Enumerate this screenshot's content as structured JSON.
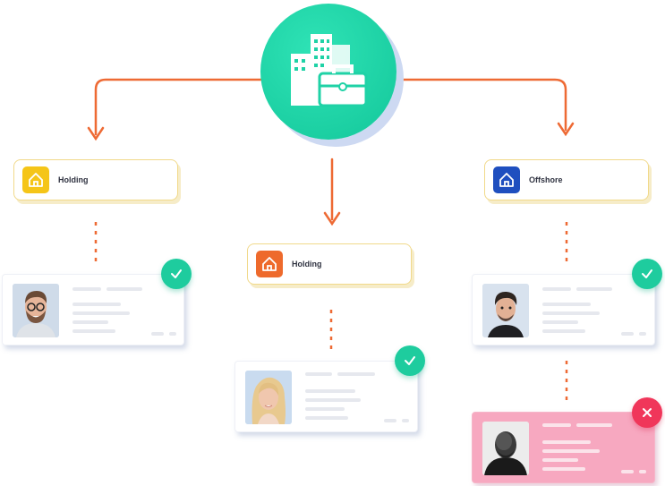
{
  "hub": {
    "icon": "office-building-briefcase-icon",
    "color": "#1ecc9e"
  },
  "entities": [
    {
      "label": "Holding",
      "icon": "home-icon",
      "badge_color": "#f5c518"
    },
    {
      "label": "Holding",
      "icon": "home-icon",
      "badge_color": "#ee6a2c"
    },
    {
      "label": "Offshore",
      "icon": "home-icon",
      "badge_color": "#1f4fbf"
    }
  ],
  "profiles": [
    {
      "status": "approved",
      "status_icon": "checkmark-icon",
      "avatar": "man-glasses-beard-avatar"
    },
    {
      "status": "approved",
      "status_icon": "checkmark-icon",
      "avatar": "woman-blonde-avatar"
    },
    {
      "status": "approved",
      "status_icon": "checkmark-icon",
      "avatar": "man-dark-hair-avatar"
    },
    {
      "status": "rejected",
      "status_icon": "close-icon",
      "avatar": "bald-man-hoodie-avatar"
    }
  ],
  "colors": {
    "connector": "#ee6a34",
    "approved": "#1ecc9e",
    "rejected": "#f0365a",
    "rejected_card": "#f7a8c0"
  }
}
